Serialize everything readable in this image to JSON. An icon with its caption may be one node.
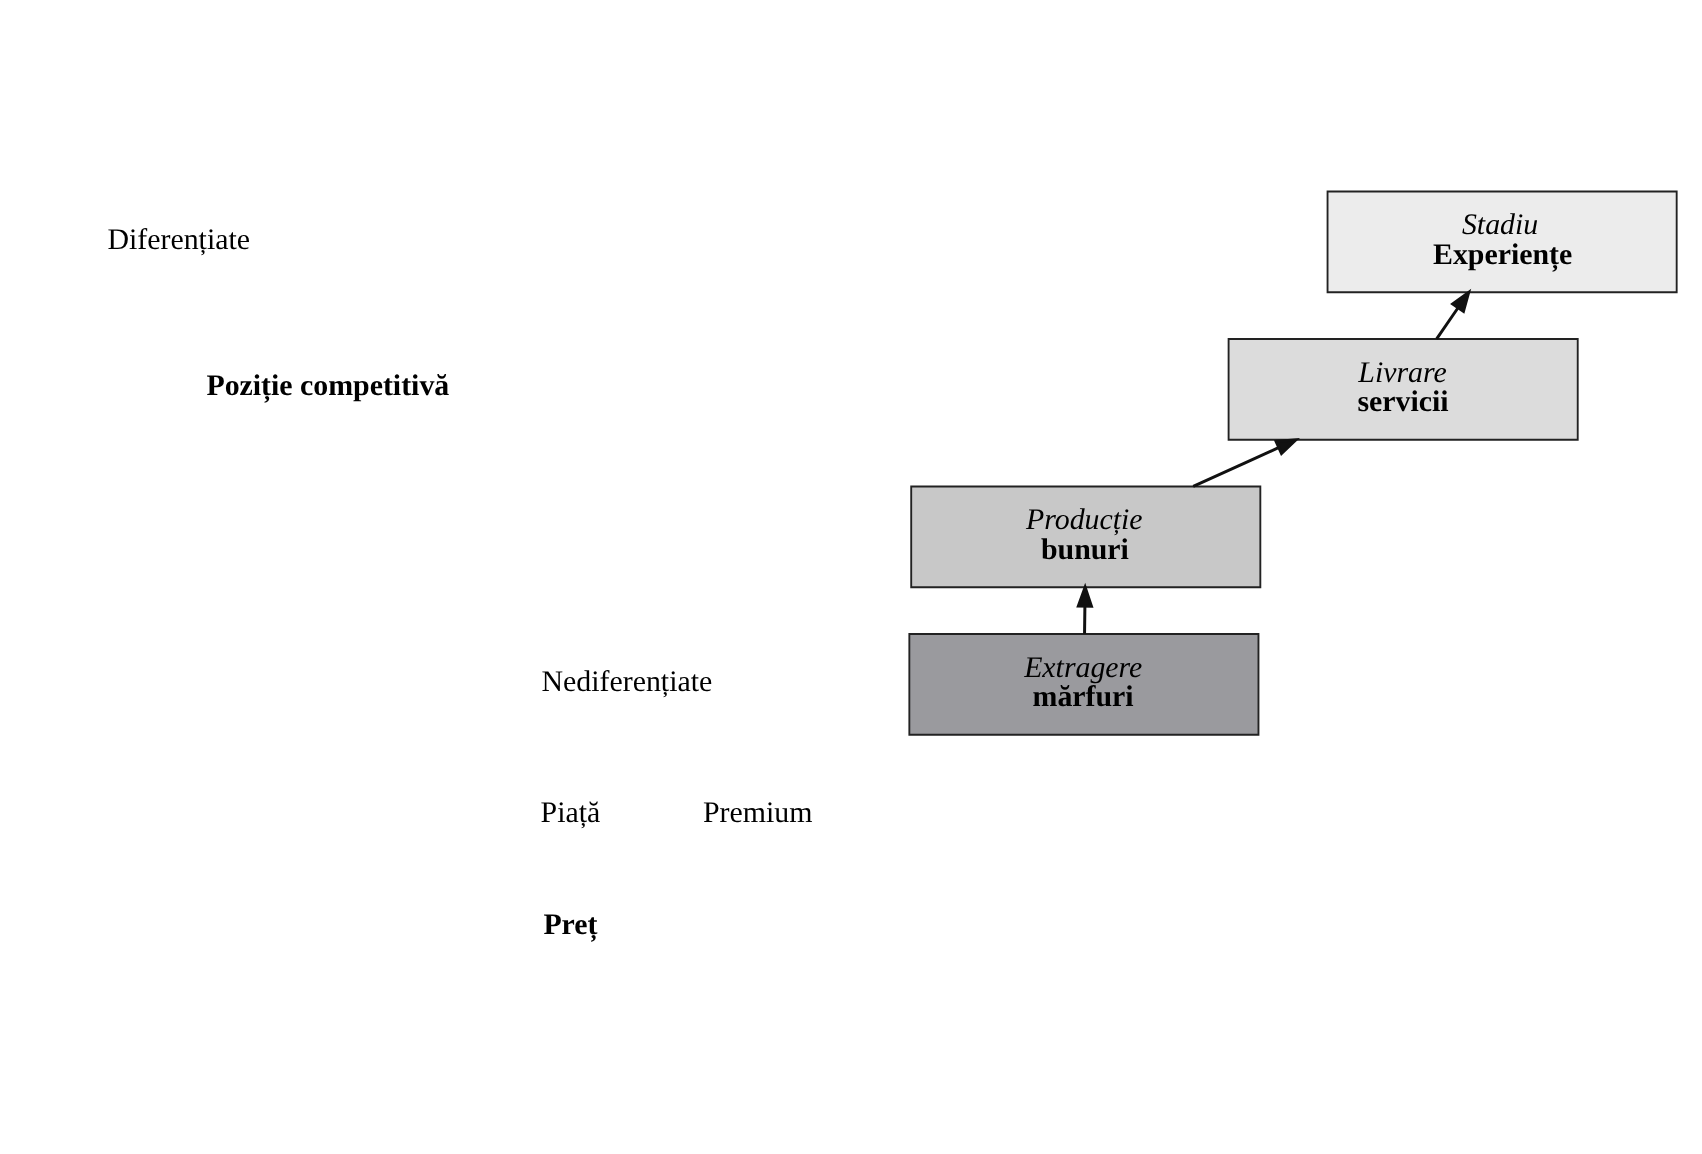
{
  "diagram": {
    "nodes": [
      {
        "text": [
          "Extragere",
          "mărfuri"
        ]
      },
      {
        "text": [
          "Producție",
          "bunuri"
        ]
      },
      {
        "text": [
          "Livrare",
          "servicii"
        ]
      },
      {
        "text": [
          "Stadiu",
          "Experiențe"
        ]
      }
    ],
    "edges": [
      {
        "from": 0,
        "to": 1,
        "arrow": "to"
      },
      {
        "from": 1,
        "to": 2,
        "arrow": "to"
      },
      {
        "from": 2,
        "to": 3,
        "arrow": "to"
      }
    ],
    "labels": [
      "Diferențiate",
      "Poziție competitivă",
      "Nediferențiate",
      "Piață",
      "Premium",
      "Preț"
    ]
  }
}
